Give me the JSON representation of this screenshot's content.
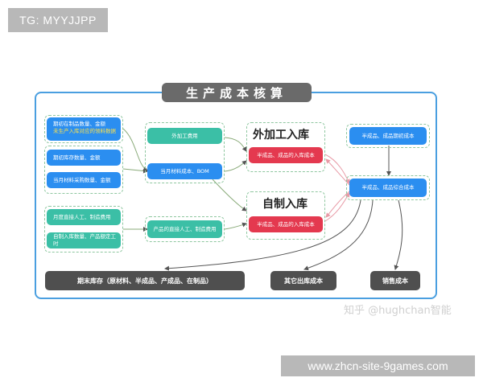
{
  "watermark_top": "TG: MYYJJPP",
  "watermark_bottom": "www.zhcn-site-9games.com",
  "watermark_corner": "知乎 @hughchan智能",
  "diagram": {
    "title": "生产成本核算",
    "left": {
      "g1_line1": "期初在制品数量、金额",
      "g1_line2": "未生产入库对应的领料数据",
      "g2_a": "期初库存数量、金额",
      "g2_b": "当月材料采购数量、金额",
      "g3_a": "月度直接人工、制造费用",
      "g3_b": "自制入库数量、产品额定工时"
    },
    "middle": {
      "outsource_fee": "外加工费用",
      "material_cost": "当月材料成本、BOM",
      "labor_alloc": "产品的直接人工、制造费用"
    },
    "center": {
      "outsource_title": "外加工入库",
      "outsource_cost": "半成品、成品的入库成本",
      "self_title": "自制入库",
      "self_cost": "半成品、成品的入库成本"
    },
    "right": {
      "opening_cost": "半成品、成品期初成本",
      "combined_cost": "半成品、成品综合成本"
    },
    "bottom": {
      "ending_inventory": "期末库存（原材料、半成品、产成品、在制品）",
      "other_out": "其它出库成本",
      "sales_cost": "销售成本"
    }
  }
}
